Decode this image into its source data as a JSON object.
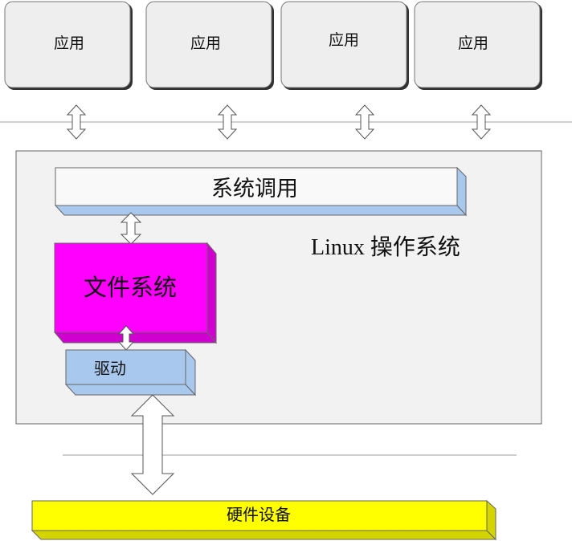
{
  "apps": [
    {
      "label": "应用"
    },
    {
      "label": "应用"
    },
    {
      "label": "应用"
    },
    {
      "label": "应用"
    }
  ],
  "os": {
    "title": "Linux 操作系统",
    "system_call": "系统调用",
    "file_system": "文件系统",
    "driver": "驱动"
  },
  "hardware": {
    "label": "硬件设备"
  },
  "colors": {
    "app_fill": "#eeeeee",
    "os_fill": "#f2f2f2",
    "syscall_side": "#a9c8ee",
    "filesystem_fill": "#ff00ff",
    "driver_fill": "#a9c8ee",
    "hardware_fill": "#ffff00"
  }
}
